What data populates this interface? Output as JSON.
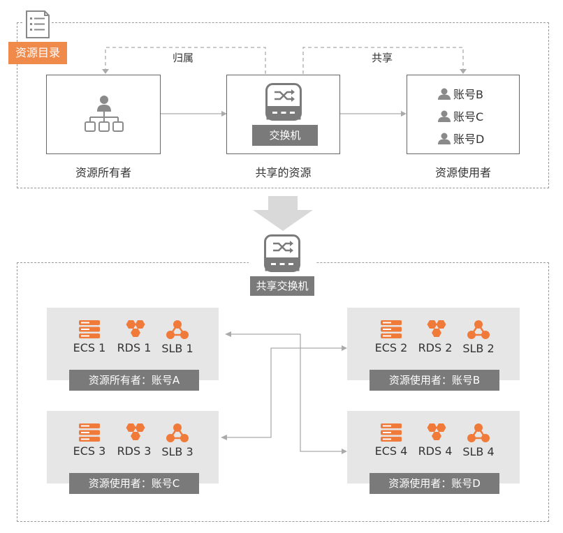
{
  "catalog": {
    "label": "资源目录",
    "icon": "document-list-icon",
    "accent": "#f08a4b"
  },
  "top": {
    "edges": {
      "belong": "归属",
      "share": "共享"
    },
    "owner": {
      "caption": "资源所有者",
      "icon": "org-hierarchy-icon"
    },
    "shared": {
      "caption": "共享的资源",
      "device_label": "交换机",
      "icon": "network-switch-icon"
    },
    "users": {
      "caption": "资源使用者",
      "accounts": [
        "账号B",
        "账号C",
        "账号D"
      ],
      "icon": "user-icon"
    }
  },
  "bottom": {
    "switch_label": "共享交换机",
    "panels": [
      {
        "label": "资源所有者：账号A",
        "services": [
          "ECS 1",
          "RDS 1",
          "SLB 1"
        ]
      },
      {
        "label": "资源使用者：账号B",
        "services": [
          "ECS 2",
          "RDS 2",
          "SLB 2"
        ]
      },
      {
        "label": "资源使用者：账号C",
        "services": [
          "ECS 3",
          "RDS 3",
          "SLB 3"
        ]
      },
      {
        "label": "资源使用者：账号D",
        "services": [
          "ECS 4",
          "RDS 4",
          "SLB 4"
        ]
      }
    ],
    "service_icons": [
      "server-stack-icon",
      "database-hexagon-icon",
      "load-balancer-icon"
    ]
  },
  "colors": {
    "orange": "#f07a3a",
    "gray_icon": "#8a8a8a",
    "label_bg": "#7a7a7a",
    "panel_bg": "#e6e6e6"
  }
}
